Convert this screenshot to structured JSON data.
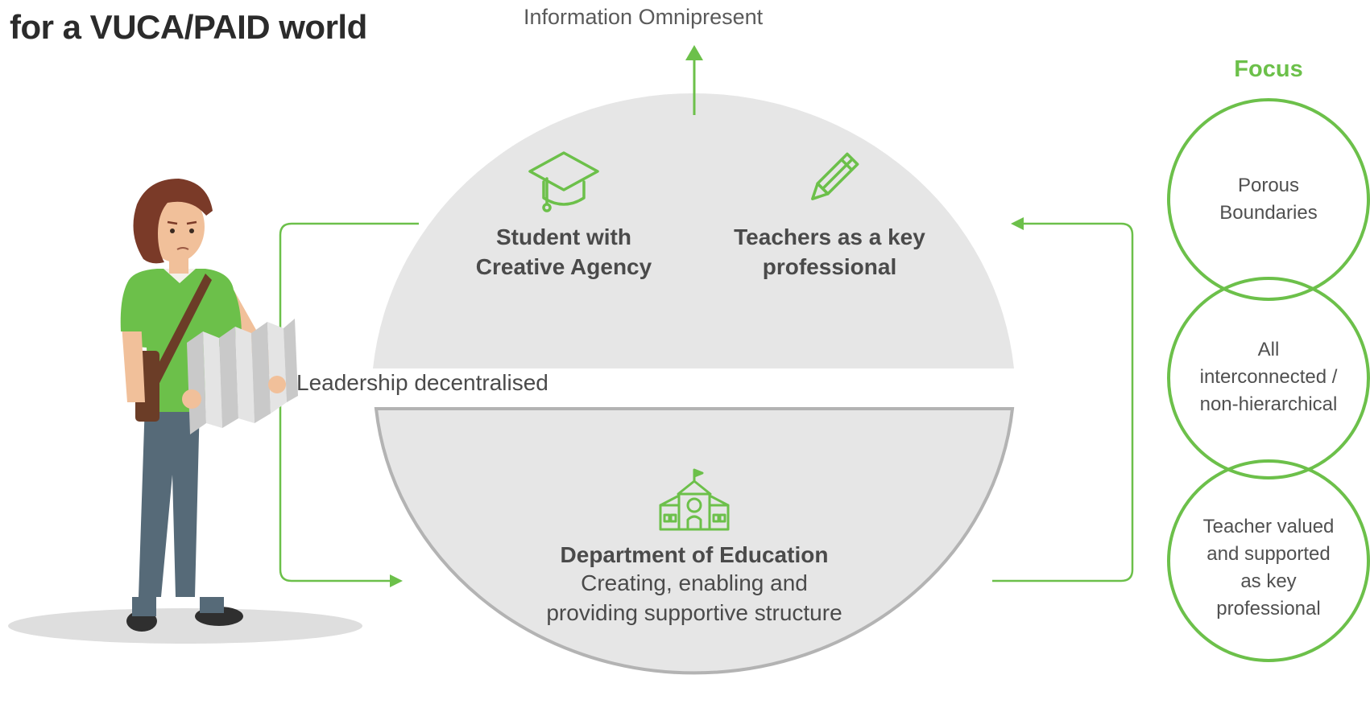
{
  "title": "for a VUCA/PAID world",
  "top_label": "Information Omnipresent",
  "side_label": "Leadership decentralised",
  "nodes": {
    "student": {
      "line1": "Student with",
      "line2": "Creative Agency",
      "icon": "graduation-cap-icon"
    },
    "teachers": {
      "line1": "Teachers as a key",
      "line2": "professional",
      "icon": "pencil-icon"
    },
    "department": {
      "title": "Department of Education",
      "line1": "Creating, enabling and",
      "line2": "providing supportive structure",
      "icon": "school-building-icon"
    }
  },
  "focus": {
    "title": "Focus",
    "circles": [
      {
        "lines": [
          "Porous",
          "Boundaries"
        ]
      },
      {
        "lines": [
          "All",
          "interconnected  /",
          "non-hierarchical"
        ]
      },
      {
        "lines": [
          "Teacher valued",
          "and supported",
          "as key",
          "professional"
        ]
      }
    ]
  },
  "colors": {
    "accent": "#6cc04a",
    "semicircle_fill": "#e6e6e6",
    "lower_outline": "#b3b3b3",
    "text": "#4a4a4a"
  }
}
